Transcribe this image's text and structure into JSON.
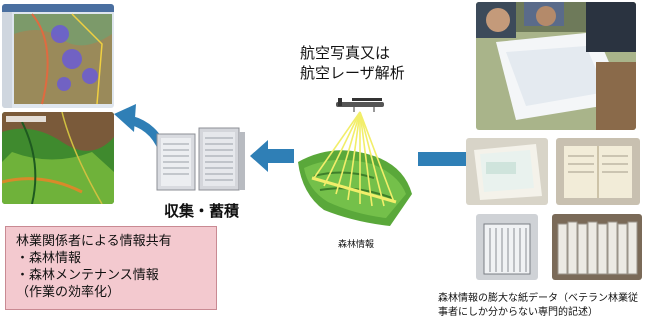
{
  "diagram": {
    "survey_label_line1": "航空写真又は",
    "survey_label_line2": "航空レーザ解析",
    "collect_label": "収集・蓄積",
    "forest_info_caption": "森林情報",
    "share_box": {
      "title": "林業関係者による情報共有",
      "item1": "・森林情報",
      "item2": "・森林メンテナンス情報",
      "item3": "（作業の効率化）"
    },
    "paper_data_caption_line1": "森林情報の膨大な紙データ（ベテラン林業従",
    "paper_data_caption_line2": "事者にしか分からない専門的記述）"
  },
  "colors": {
    "arrow_blue": "#2f7fb6",
    "box_fill": "#f3c9cf",
    "box_border": "#c98a93",
    "terrain_green": "#5aa83a",
    "laser_yellow": "#f2ee6a"
  }
}
